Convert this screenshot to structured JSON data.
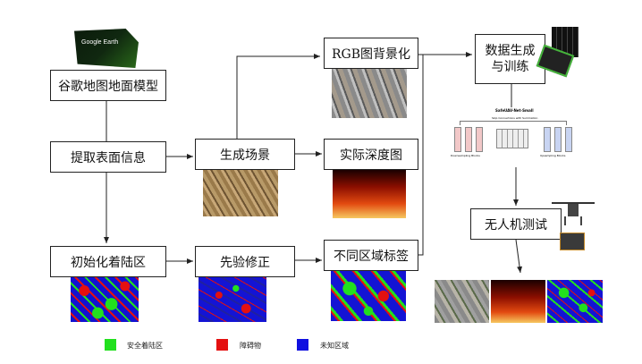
{
  "nodes": {
    "google_earth_model": "谷歌地图地面模型",
    "extract_surface": "提取表面信息",
    "init_landing": "初始化着陆区",
    "gen_scene": "生成场景",
    "verify_fix": "先验修正",
    "rgb_bg": "RGB图背景化",
    "depth_map": "实际深度图",
    "region_label": "不同区域标签",
    "data_gen": "数据生成\n与训练",
    "uav_test": "无人机测试"
  },
  "logo_text": "Google Earth",
  "network": {
    "title": "SafeUAV-Net-Small",
    "skip": "Skip Connections with Summation",
    "down": "Downsampling Blocks",
    "up": "Upsampling Blocks"
  },
  "legend": [
    {
      "label": "安全着陆区",
      "color": "#22e01e"
    },
    {
      "label": "障碍物",
      "color": "#e41010"
    },
    {
      "label": "未知区域",
      "color": "#1010e0"
    }
  ]
}
